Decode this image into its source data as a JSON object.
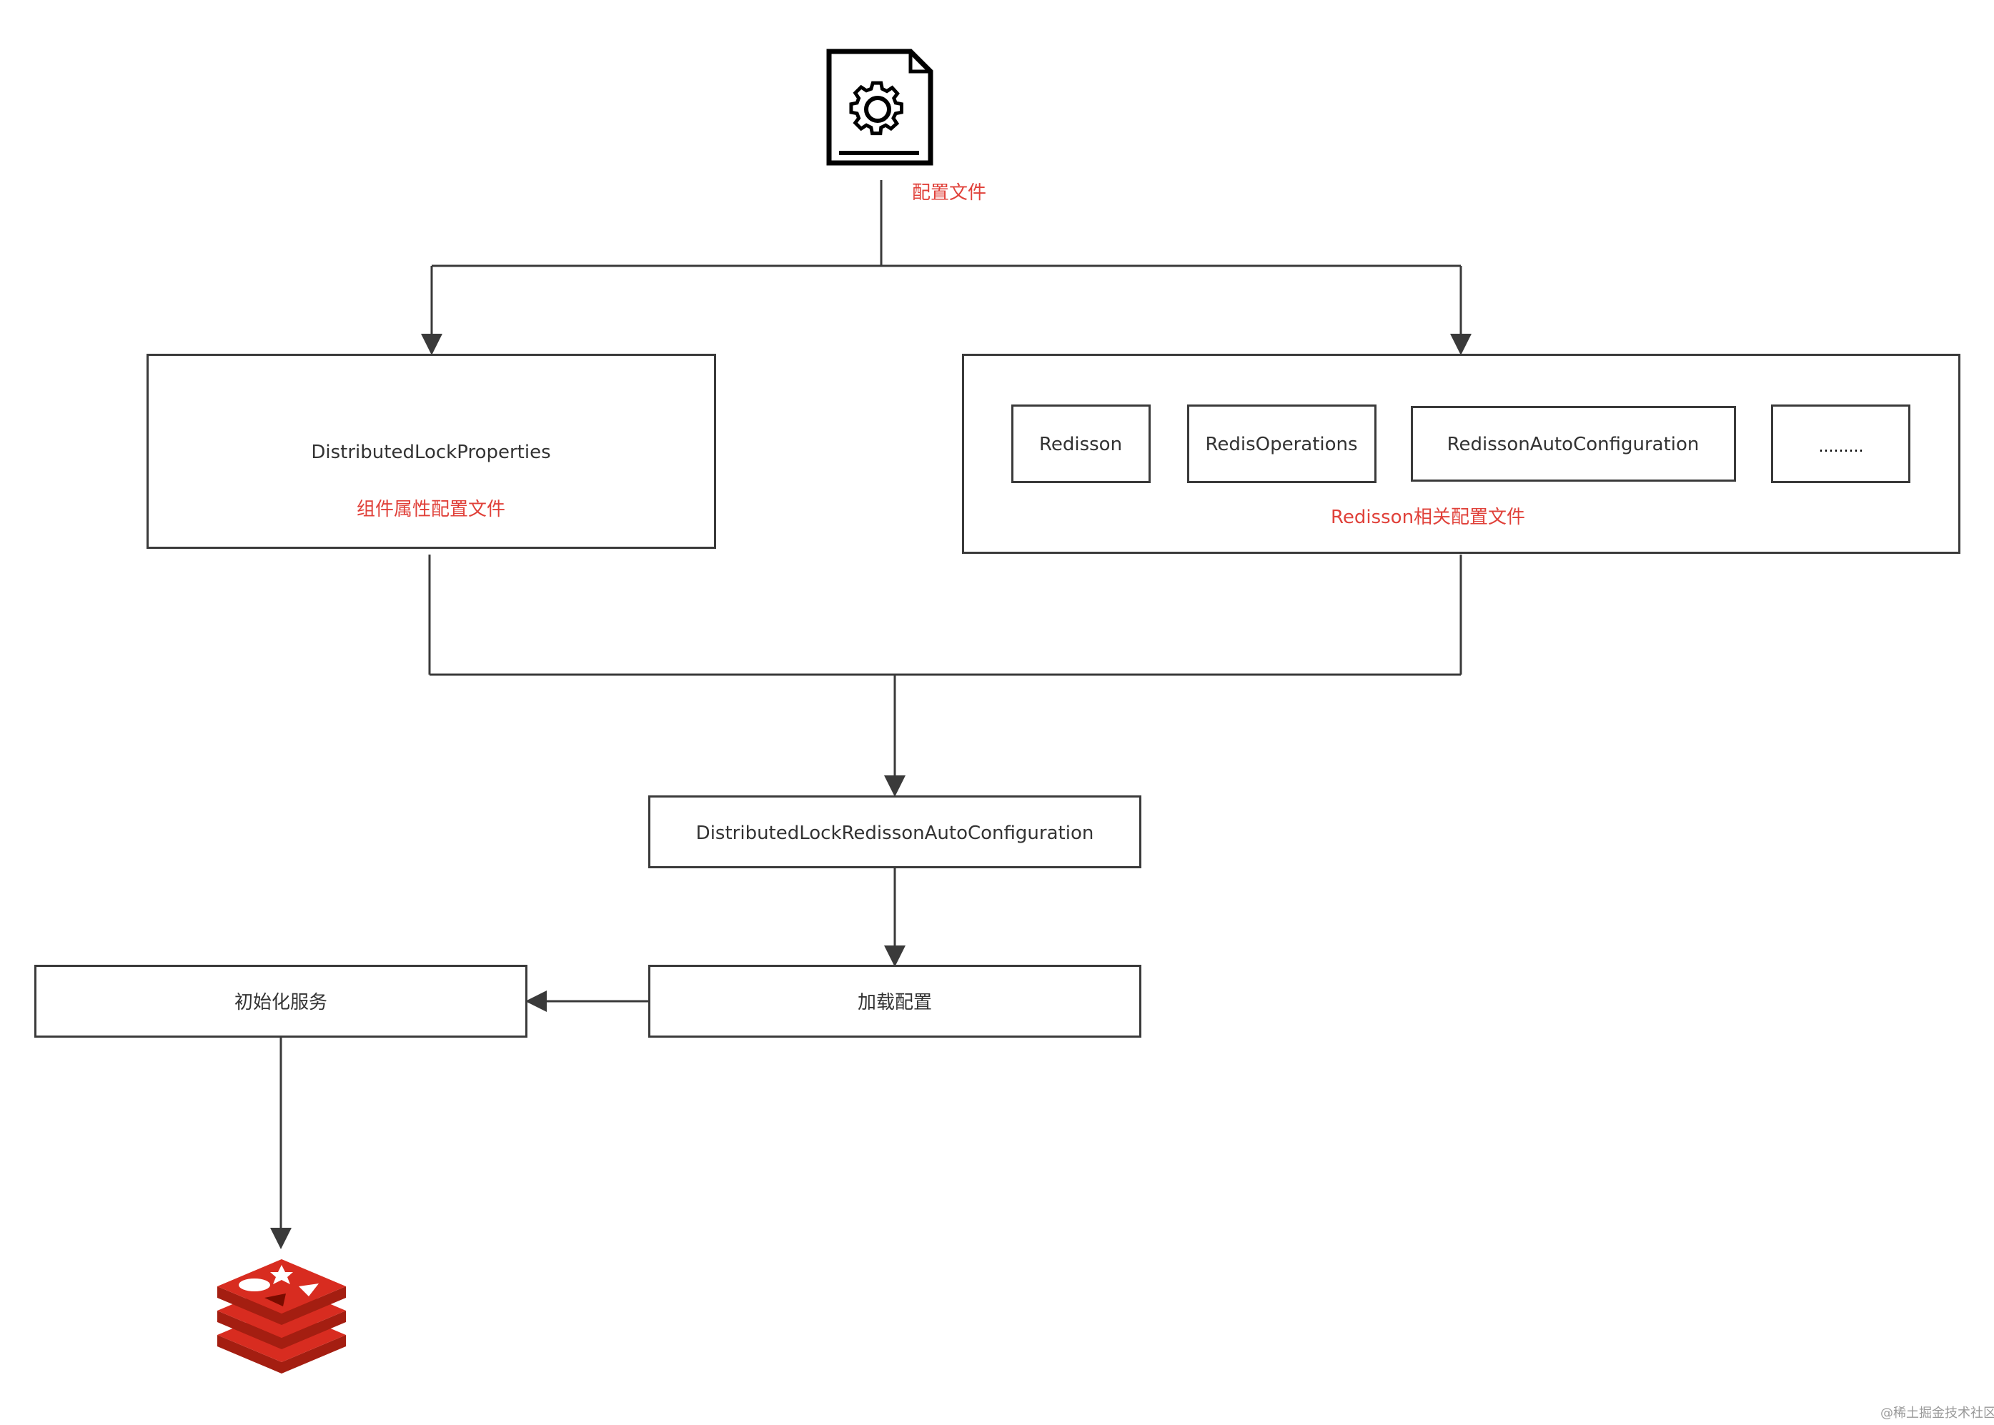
{
  "config_file": {
    "label": "配置文件"
  },
  "properties_box": {
    "title": "DistributedLockProperties",
    "subtitle": "组件属性配置文件"
  },
  "redisson_group": {
    "items": [
      "Redisson",
      "RedisOperations",
      "RedissonAutoConfiguration",
      "........."
    ],
    "caption": "Redisson相关配置文件"
  },
  "autoconfig_box": {
    "label": "DistributedLockRedissonAutoConfiguration"
  },
  "load_box": {
    "label": "加载配置"
  },
  "init_box": {
    "label": "初始化服务"
  },
  "watermark": "@稀土掘金技术社区",
  "icons": {
    "config": "gear-document-icon",
    "redis": "redis-logo-icon"
  },
  "colors": {
    "line": "#3a3a3a",
    "accent": "#e0413a",
    "text": "#333333",
    "redis": "#d82c20"
  }
}
